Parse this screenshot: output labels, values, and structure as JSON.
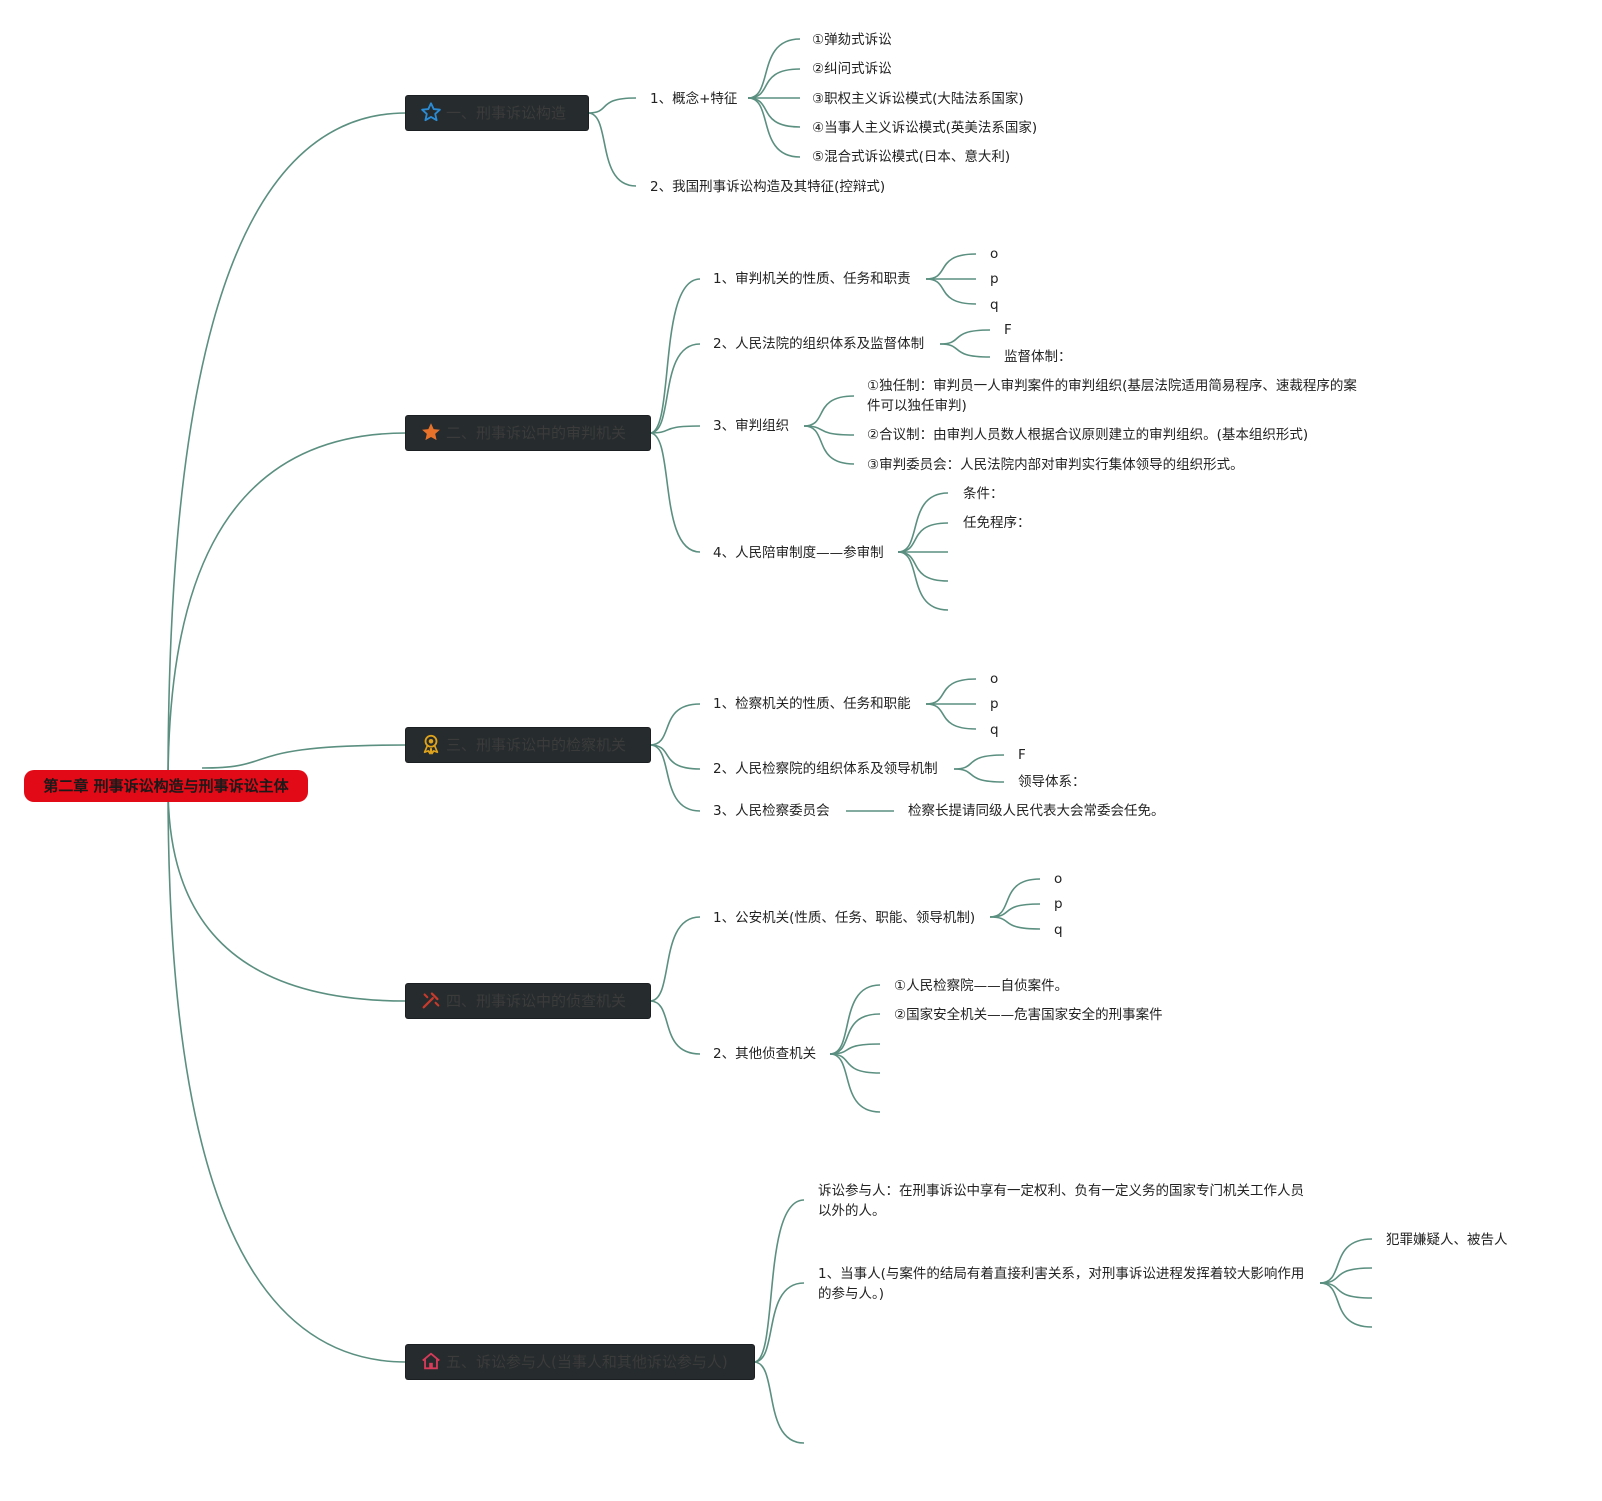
{
  "root": {
    "label": "第二章 刑事诉讼构造与刑事诉讼主体"
  },
  "topics": [
    {
      "label": "一、刑事诉讼构造",
      "icon": "star-outline-icon",
      "icon_color": "#2a8cd6",
      "children": [
        {
          "label": "1、概念+特征",
          "children": [
            "①弹劾式诉讼",
            "②纠问式诉讼",
            "③职权主义诉讼模式(大陆法系国家)",
            "④当事人主义诉讼模式(英美法系国家)",
            "⑤混合式诉讼模式(日本、意大利)"
          ]
        },
        {
          "label": "2、我国刑事诉讼构造及其特征(控辩式)"
        }
      ]
    },
    {
      "label": "二、刑事诉讼中的审判机关",
      "icon": "star-filled-icon",
      "icon_color": "#e8722a",
      "children": [
        {
          "label": "1、审判机关的性质、任务和职责",
          "children": [
            "o",
            "p",
            "q"
          ]
        },
        {
          "label": "2、人民法院的组织体系及监督体制",
          "children": [
            "F",
            "监督体制："
          ]
        },
        {
          "label": "3、审判组织",
          "children": [
            "①独任制：审判员一人审判案件的审判组织(基层法院适用简易程序、速裁程序的案件可以独任审判)",
            "②合议制：由审判人员数人根据合议原则建立的审判组织。(基本组织形式)",
            "③审判委员会：人民法院内部对审判实行集体领导的组织形式。"
          ]
        },
        {
          "label": "4、人民陪审制度——参审制",
          "children": [
            "条件：",
            "任免程序：",
            "",
            "",
            ""
          ]
        }
      ]
    },
    {
      "label": "三、刑事诉讼中的检察机关",
      "icon": "award-icon",
      "icon_color": "#e0a31c",
      "children": [
        {
          "label": "1、检察机关的性质、任务和职能",
          "children": [
            "o",
            "p",
            "q"
          ]
        },
        {
          "label": "2、人民检察院的组织体系及领导机制",
          "children": [
            "F",
            "领导体系："
          ]
        },
        {
          "label": "3、人民检察委员会",
          "children": [
            "检察长提请同级人民代表大会常委会任免。"
          ]
        }
      ]
    },
    {
      "label": "四、刑事诉讼中的侦查机关",
      "icon": "tools-icon",
      "icon_color": "#c83a2c",
      "children": [
        {
          "label": "1、公安机关(性质、任务、职能、领导机制)",
          "children": [
            "o",
            "p",
            "q"
          ]
        },
        {
          "label": "2、其他侦查机关",
          "children": [
            "①人民检察院——自侦案件。",
            "②国家安全机关——危害国家安全的刑事案件",
            "",
            "",
            ""
          ]
        }
      ]
    },
    {
      "label": "五、诉讼参与人(当事人和其他诉讼参与人)",
      "icon": "home-icon",
      "icon_color": "#d83a5a",
      "children": [
        {
          "label": "诉讼参与人：在刑事诉讼中享有一定权利、负有一定义务的国家专门机关工作人员以外的人。"
        },
        {
          "label": "1、当事人(与案件的结局有着直接利害关系，对刑事诉讼进程发挥着较大影响作用的参与人。)",
          "children": [
            "犯罪嫌疑人、被告人",
            "",
            "",
            ""
          ]
        },
        {
          "label": ""
        }
      ]
    }
  ],
  "colors": {
    "branch": "#5b8f80",
    "root_fill": "#e20a16",
    "topic_fill": "#262b2d"
  }
}
